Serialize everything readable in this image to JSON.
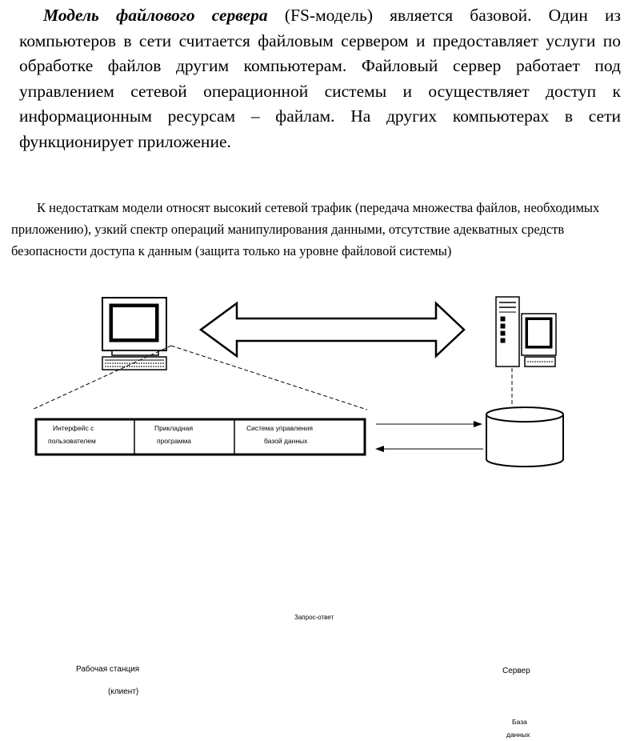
{
  "paragraph1": {
    "lead": "Модель файлового сервера",
    "rest": " (FS-модель) является базовой. Один из компьютеров в сети считается файловым сервером и предоставляет услуги по обработке файлов другим компьютерам. Файловый сервер работает под управлением сетевой операционной системы и осуществляет доступ к информационным ресурсам – файлам. На других компьютерах в сети функционирует приложение."
  },
  "paragraph2": "К недостаткам модели относят высокий сетевой трафик (передача множества файлов, необходимых приложению), узкий спектр операций манипулирования данными, отсутствие адекватных средств безопасности доступа к данным (защита только на уровне файловой системы)",
  "diagram": {
    "arrow_label": "Запрос-ответ",
    "workstation_label_1": "Рабочая станция",
    "workstation_label_2": "(клиент)",
    "server_label": "Сервер",
    "client_modules": [
      {
        "line1": "Интерфейс с",
        "line2": "пользователем"
      },
      {
        "line1": "Прикладная",
        "line2": "программа"
      },
      {
        "line1": "Система управления",
        "line2": "базой данных"
      }
    ],
    "database_label_1": "База",
    "database_label_2": "данных"
  }
}
